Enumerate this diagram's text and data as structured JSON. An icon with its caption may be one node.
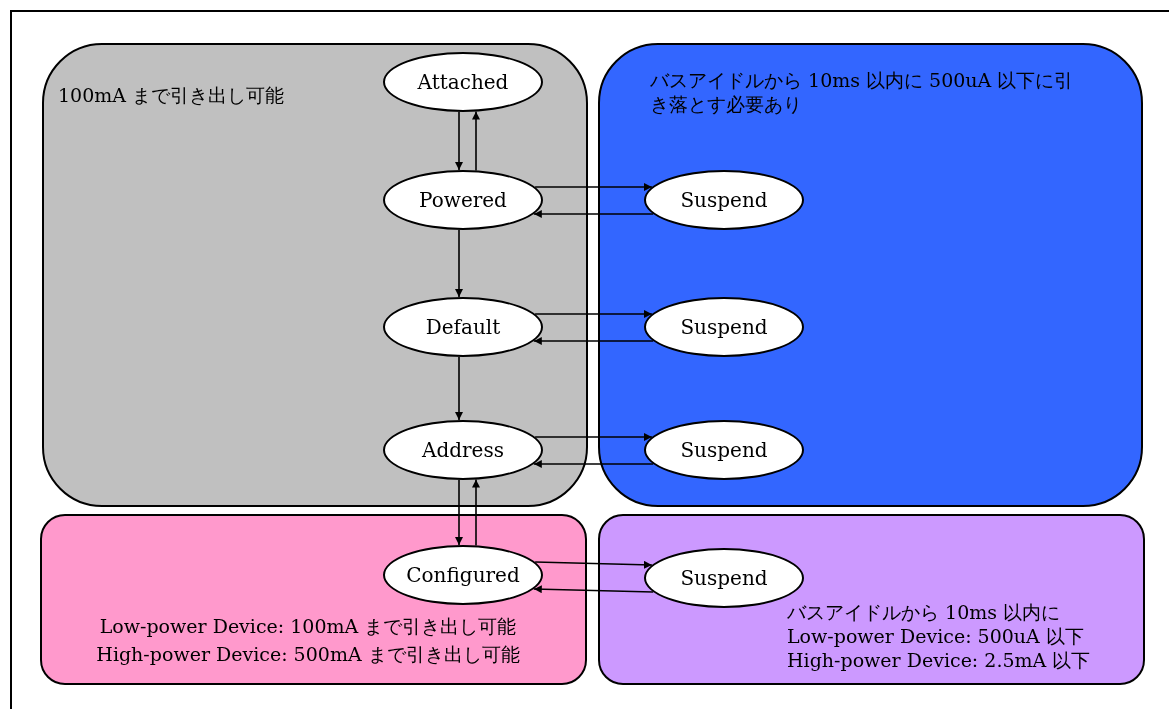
{
  "diagram": {
    "nodes": [
      {
        "text": [
          "100mA まで引き出し可能"
        ]
      },
      {
        "text": [
          "Attached"
        ],
        "in": 0
      },
      {
        "text": [
          "Powered"
        ],
        "in": 0
      },
      {
        "text": [
          "Default"
        ],
        "in": 0
      },
      {
        "text": [
          "Address"
        ],
        "in": 0
      },
      {
        "text": [
          "バスアイドルから 10ms 以内に 500uA 以下に引き落とす必要あり"
        ]
      },
      {
        "text": [
          "Suspend"
        ],
        "in": 5
      },
      {
        "text": [
          "Suspend"
        ],
        "in": 5
      },
      {
        "text": [
          "Suspend"
        ],
        "in": 5
      },
      {
        "text": [
          "Low-power Device: 100mA まで引き出し可能",
          "High-power Device: 500mA まで引き出し可能"
        ]
      },
      {
        "text": [
          "Configured"
        ],
        "in": 9
      },
      {
        "text": [
          "バスアイドルから 10ms 以内に",
          "Low-power Device: 500uA 以下",
          "High-power Device: 2.5mA 以下"
        ]
      },
      {
        "text": [
          "Suspend"
        ],
        "in": 11
      }
    ],
    "edges": [
      {
        "from": 1,
        "to": 2,
        "arrow": "to"
      },
      {
        "from": 2,
        "to": 1,
        "arrow": "to"
      },
      {
        "from": 2,
        "to": 6,
        "arrow": "to"
      },
      {
        "from": 6,
        "to": 2,
        "arrow": "to"
      },
      {
        "from": 2,
        "to": 3,
        "arrow": "to"
      },
      {
        "from": 3,
        "to": 7,
        "arrow": "to"
      },
      {
        "from": 7,
        "to": 3,
        "arrow": "to"
      },
      {
        "from": 3,
        "to": 4,
        "arrow": "to"
      },
      {
        "from": 4,
        "to": 8,
        "arrow": "to"
      },
      {
        "from": 8,
        "to": 4,
        "arrow": "to"
      },
      {
        "from": 4,
        "to": 10,
        "arrow": "to"
      },
      {
        "from": 10,
        "to": 4,
        "arrow": "to"
      },
      {
        "from": 10,
        "to": 12,
        "arrow": "to"
      },
      {
        "from": 12,
        "to": 10,
        "arrow": "to"
      }
    ]
  }
}
